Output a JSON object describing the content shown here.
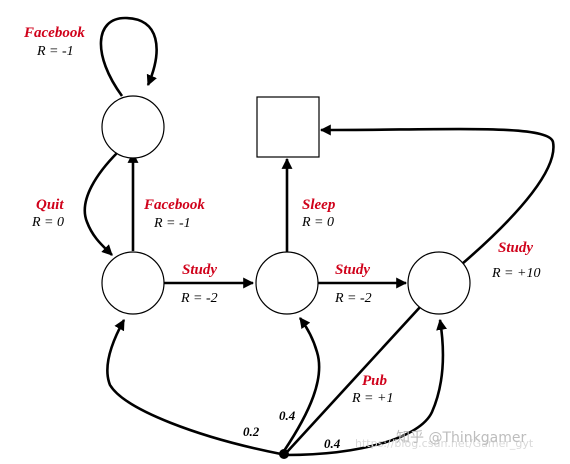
{
  "edge_labels": {
    "facebook_loop": {
      "action": "Facebook",
      "reward": "R = -1"
    },
    "quit": {
      "action": "Quit",
      "reward": "R = 0"
    },
    "facebook_up": {
      "action": "Facebook",
      "reward": "R = -1"
    },
    "study_1": {
      "action": "Study",
      "reward": "R = -2"
    },
    "study_2": {
      "action": "Study",
      "reward": "R = -2"
    },
    "sleep": {
      "action": "Sleep",
      "reward": "R = 0"
    },
    "study_3": {
      "action": "Study",
      "reward": "R = +10"
    },
    "pub": {
      "action": "Pub",
      "reward": "R = +1"
    }
  },
  "probabilities": {
    "to_class1": "0.2",
    "to_class2": "0.4",
    "to_class3": "0.4"
  },
  "watermark": {
    "main": "知乎 @Thinkgamer",
    "faint": "https://blog.csdn.net/Gamer_gyt"
  }
}
